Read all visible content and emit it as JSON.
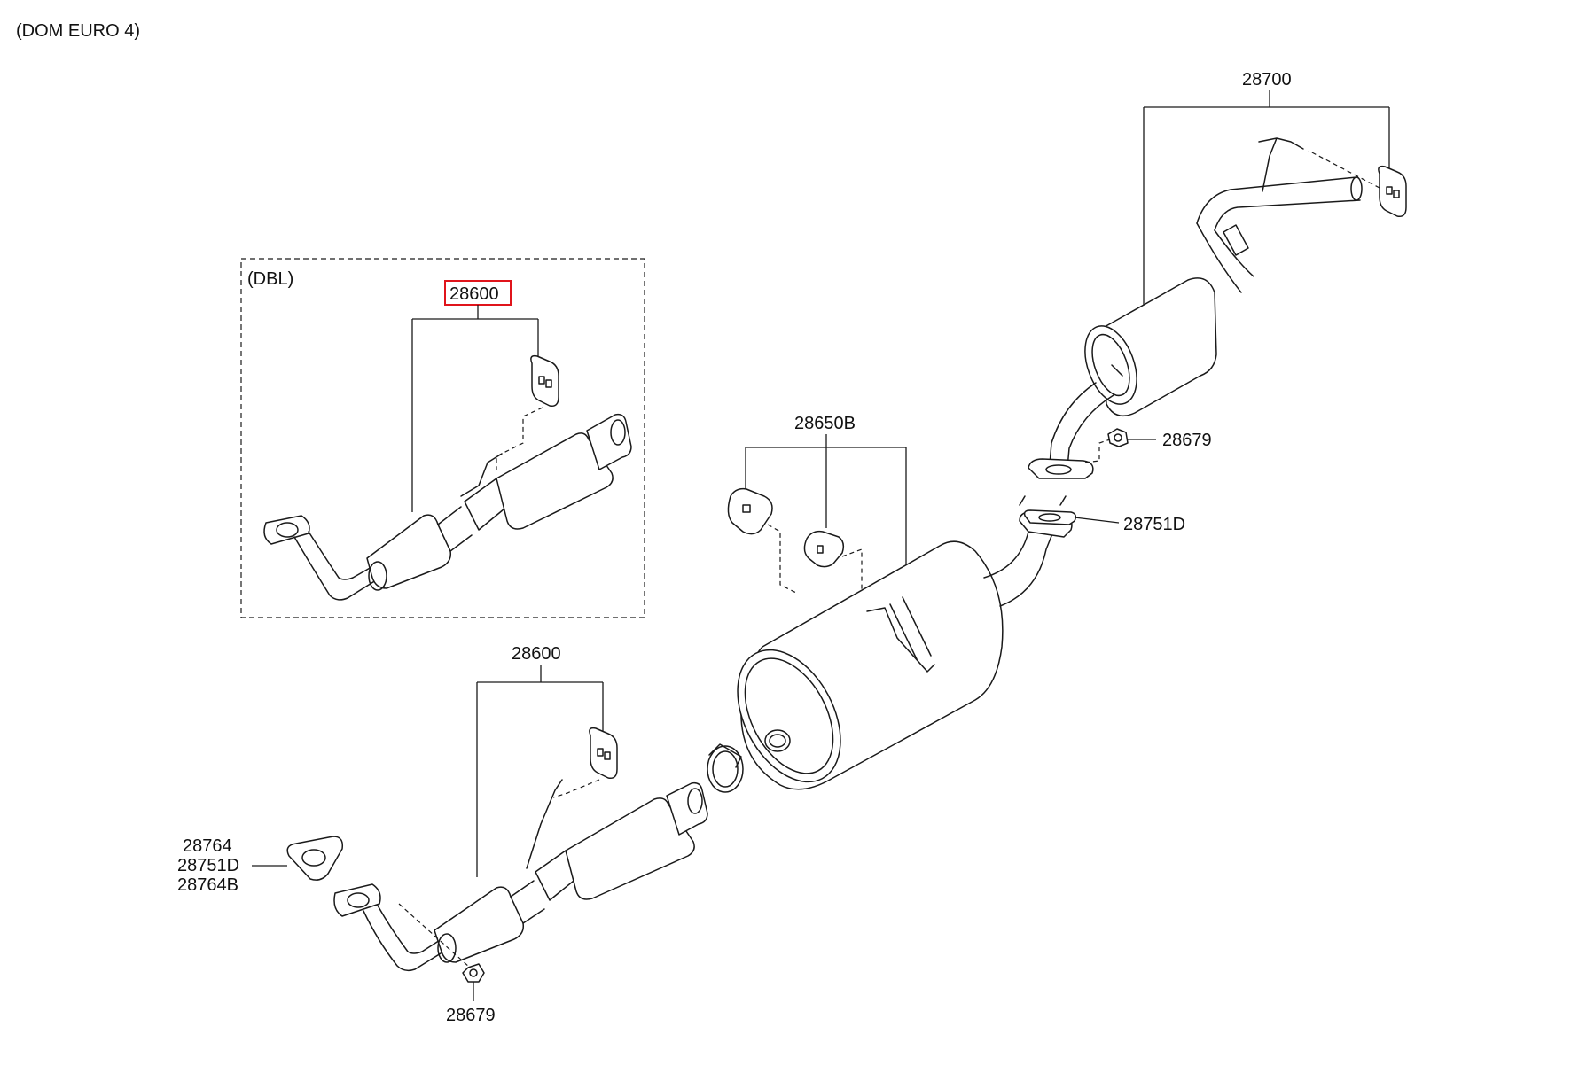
{
  "diagram": {
    "variant_note": "(DOM EURO 4)",
    "inset_label": "(DBL)",
    "highlight_color": "#e0141b",
    "parts": {
      "inset_front_pipe": "28600",
      "front_pipe": "28600",
      "center_muffler": "28650B",
      "tail_pipe": "28700",
      "nut_rear": "28679",
      "nut_front": "28679",
      "gasket_rear": "28751D",
      "gasket_front": [
        "28764",
        "28751D",
        "28764B"
      ]
    }
  }
}
